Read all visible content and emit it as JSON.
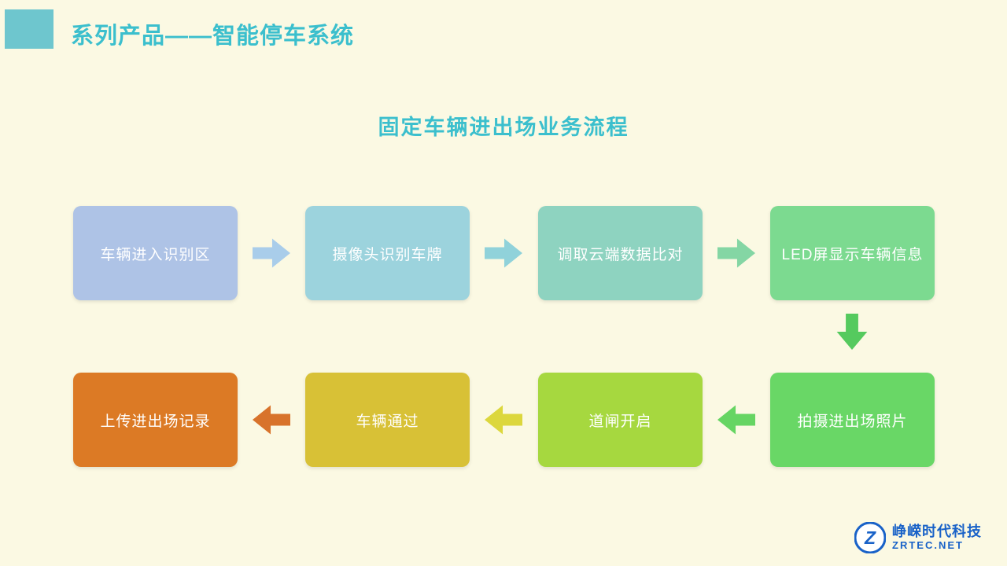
{
  "header": {
    "title": "系列产品——智能停车系统",
    "accent_color": "#6ec6ce",
    "title_color": "#3bbfcd"
  },
  "flow_title": "固定车辆进出场业务流程",
  "flow": {
    "steps": [
      {
        "label": "车辆进入识别区",
        "color": "#aec3e6"
      },
      {
        "label": "摄像头识别车牌",
        "color": "#9cd3dd"
      },
      {
        "label": "调取云端数据比对",
        "color": "#8ed3c0"
      },
      {
        "label": "LED屏显示车辆信息",
        "color": "#7cda90"
      },
      {
        "label": "拍摄进出场照片",
        "color": "#69d766"
      },
      {
        "label": "道闸开启",
        "color": "#a6d83f"
      },
      {
        "label": "车辆通过",
        "color": "#d8c136"
      },
      {
        "label": "上传进出场记录",
        "color": "#dc7a25"
      }
    ],
    "arrows": [
      {
        "direction": "right",
        "color": "#a9cdea"
      },
      {
        "direction": "right",
        "color": "#90d2da"
      },
      {
        "direction": "right",
        "color": "#84d6a4"
      },
      {
        "direction": "down",
        "color": "#55ca5e"
      },
      {
        "direction": "left",
        "color": "#66d563"
      },
      {
        "direction": "left",
        "color": "#dcd73d"
      },
      {
        "direction": "left",
        "color": "#d8732b"
      }
    ]
  },
  "logo": {
    "company": "峥嵘时代科技",
    "site": "ZRTEC.NET",
    "letter": "Z",
    "color": "#1962c8"
  }
}
